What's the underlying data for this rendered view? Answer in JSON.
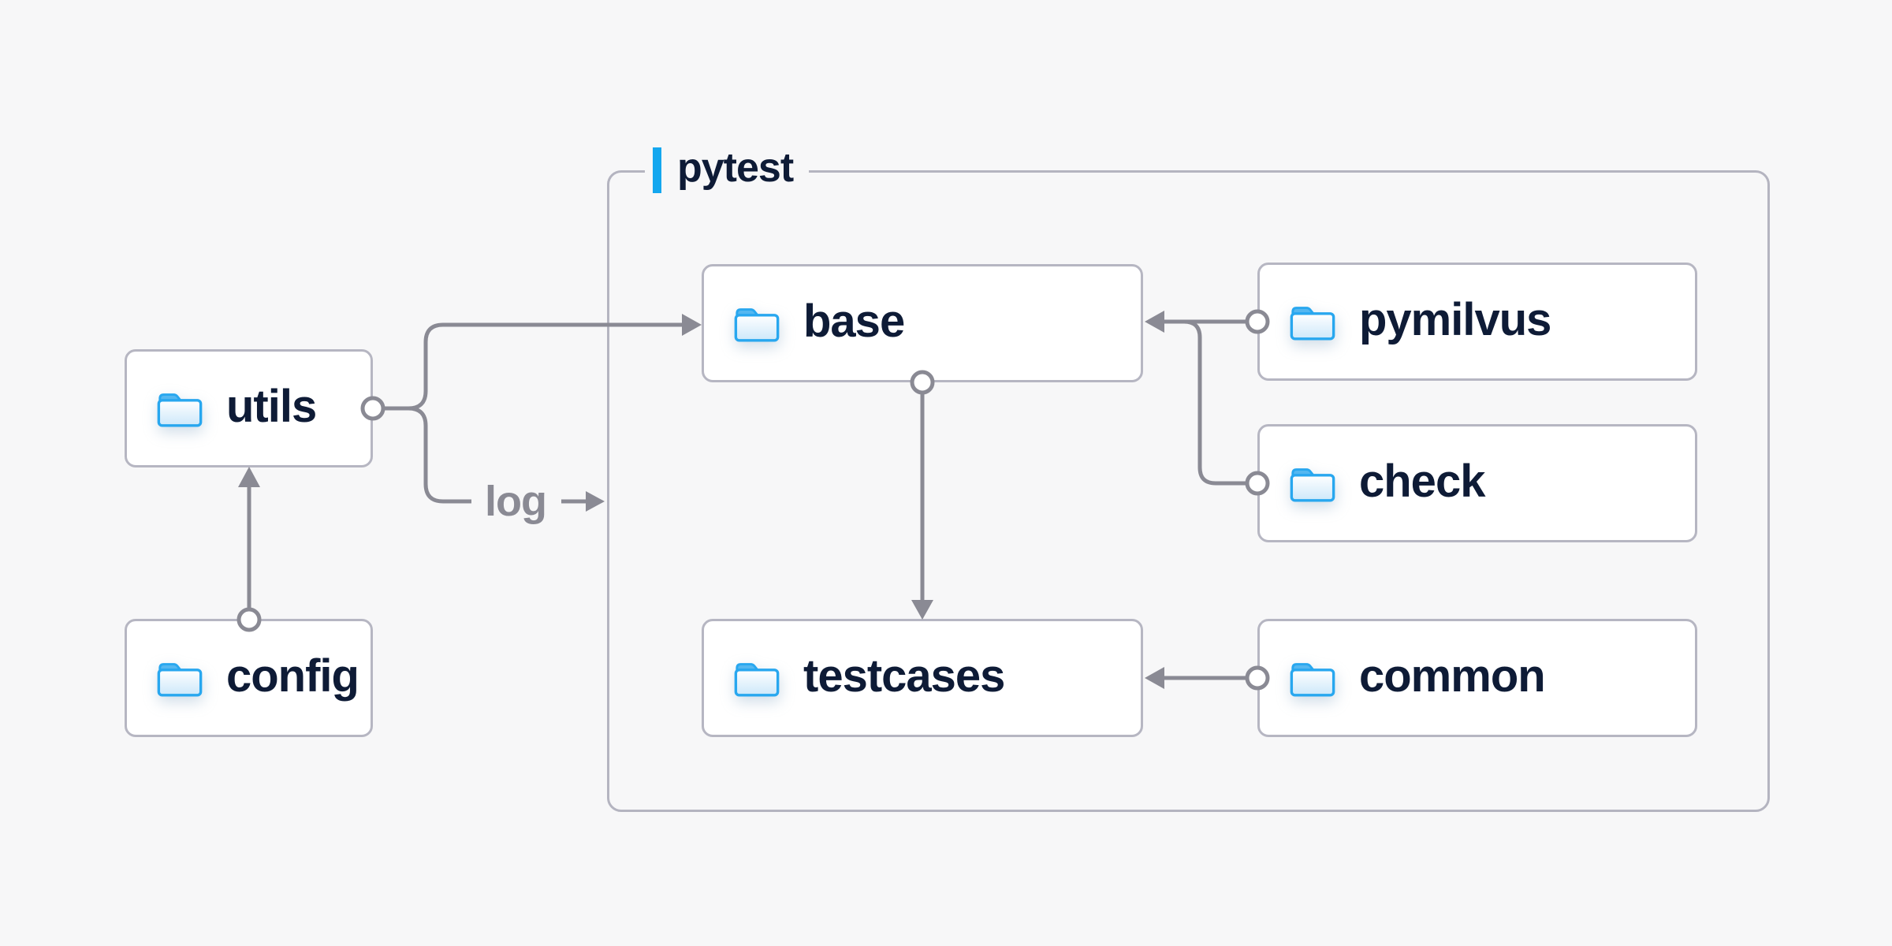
{
  "diagram": {
    "group": {
      "label": "pytest"
    },
    "nodes": {
      "utils": {
        "label": "utils"
      },
      "config": {
        "label": "config"
      },
      "base": {
        "label": "base"
      },
      "pymilvus": {
        "label": "pymilvus"
      },
      "check": {
        "label": "check"
      },
      "testcases": {
        "label": "testcases"
      },
      "common": {
        "label": "common"
      }
    },
    "edges": [
      {
        "from": "config",
        "to": "utils",
        "style": "circle-origin-arrow"
      },
      {
        "from": "utils",
        "to": "base",
        "style": "circle-origin-arrow"
      },
      {
        "from": "utils",
        "to": "pytest-group",
        "label": "log",
        "style": "circle-origin-arrow"
      },
      {
        "from": "pymilvus",
        "to": "base",
        "style": "circle-origin-arrow"
      },
      {
        "from": "check",
        "to": "base",
        "style": "circle-origin-arrow"
      },
      {
        "from": "base",
        "to": "testcases",
        "style": "circle-origin-arrow"
      },
      {
        "from": "common",
        "to": "testcases",
        "style": "circle-origin-arrow"
      }
    ],
    "icons": {
      "node_icon": "folder-icon"
    },
    "colors": {
      "background": "#f7f7f8",
      "accent_blue": "#14a7ef",
      "folder_blue": "#28a7ef",
      "folder_tab_blue": "#54b7f0",
      "connector_gray": "#8a8a94",
      "text_navy": "#0e1b36",
      "border_gray": "#b6b6c2"
    }
  }
}
